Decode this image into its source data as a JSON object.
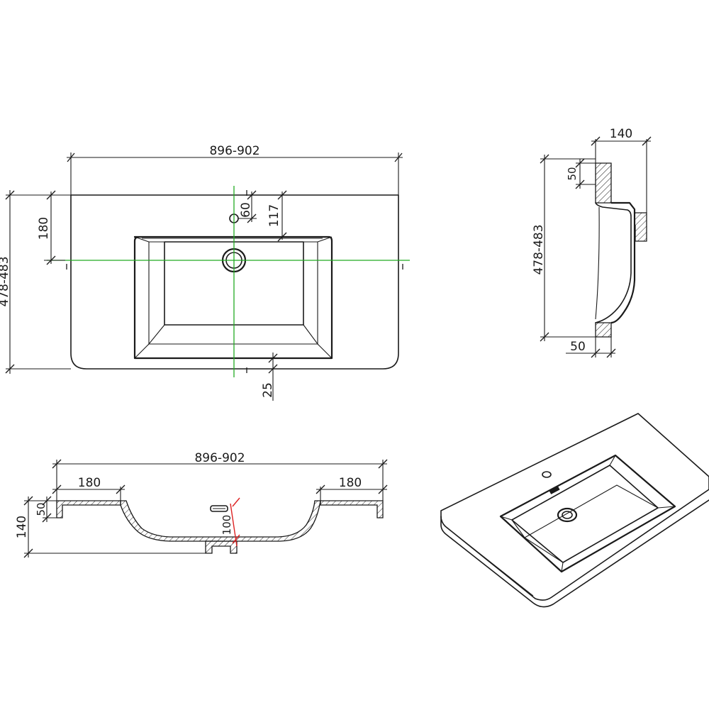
{
  "colors": {
    "line": "#1a1a1a",
    "centerline": "#22aa22",
    "highlight": "#dd2222",
    "background": "#ffffff"
  },
  "top_view": {
    "overall_width": "896-902",
    "overall_depth": "478-483",
    "centerline_offset": "180",
    "tap_hole_offset": "60",
    "tap_to_bowl": "117",
    "front_edge": "25"
  },
  "side_view": {
    "rim_depth": "140",
    "rim_thickness": "50",
    "overall_depth": "478-483",
    "front_thickness": "50"
  },
  "front_view": {
    "overall_width": "896-902",
    "left_deck": "180",
    "right_deck": "180",
    "thickness": "50",
    "height": "140",
    "drain_offset": "100"
  }
}
